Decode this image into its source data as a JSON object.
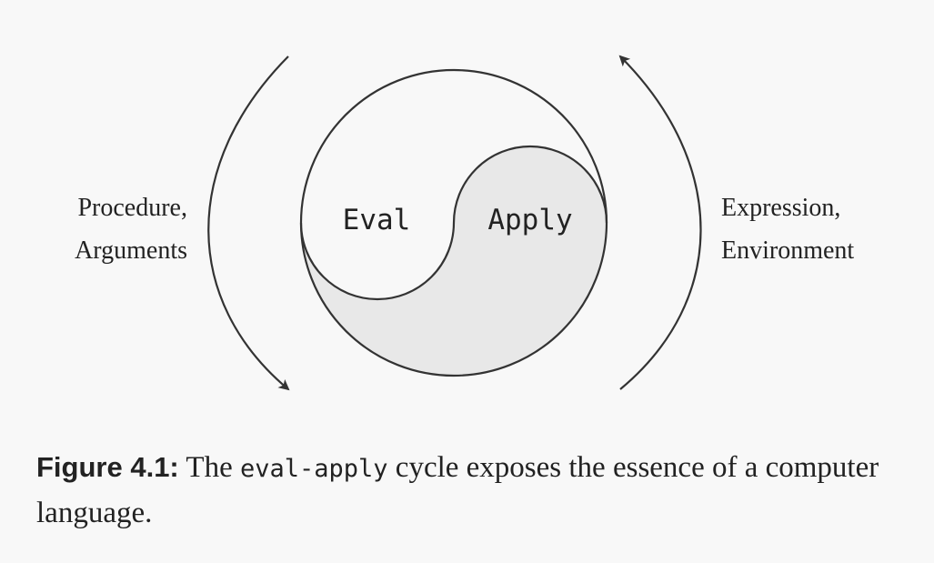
{
  "diagram": {
    "left_labels": [
      "Procedure,",
      "Arguments"
    ],
    "right_labels": [
      "Expression,",
      "Environment"
    ],
    "eval_label": "Eval",
    "apply_label": "Apply",
    "colors": {
      "stroke": "#333333",
      "fill_lower": "#e8e8e8",
      "background": "#f8f8f8"
    }
  },
  "caption": {
    "label": "Figure 4.1:",
    "text_before": " The ",
    "code": "eval-apply",
    "text_after": " cycle exposes the essence of a computer language."
  }
}
